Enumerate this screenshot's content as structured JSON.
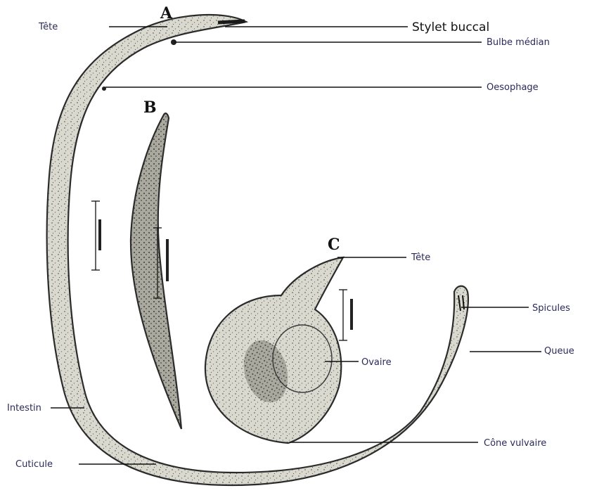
{
  "specimen_letters": {
    "a": "A",
    "b": "B",
    "c": "C"
  },
  "labels": {
    "tete_a": "Tête",
    "stylet": "Stylet buccal",
    "bulbe": "Bulbe médian",
    "oesophage": "Oesophage",
    "tete_c": "Tête",
    "spicules": "Spicules",
    "queue": "Queue",
    "ovaire": "Ovaire",
    "intestin": "Intestin",
    "cone": "Cône vulvaire",
    "cuticule": "Cuticule"
  },
  "colors": {
    "body_fill": "#d8d8cf",
    "outline": "#2b2b2b",
    "label_text": "#2a2a5a"
  }
}
